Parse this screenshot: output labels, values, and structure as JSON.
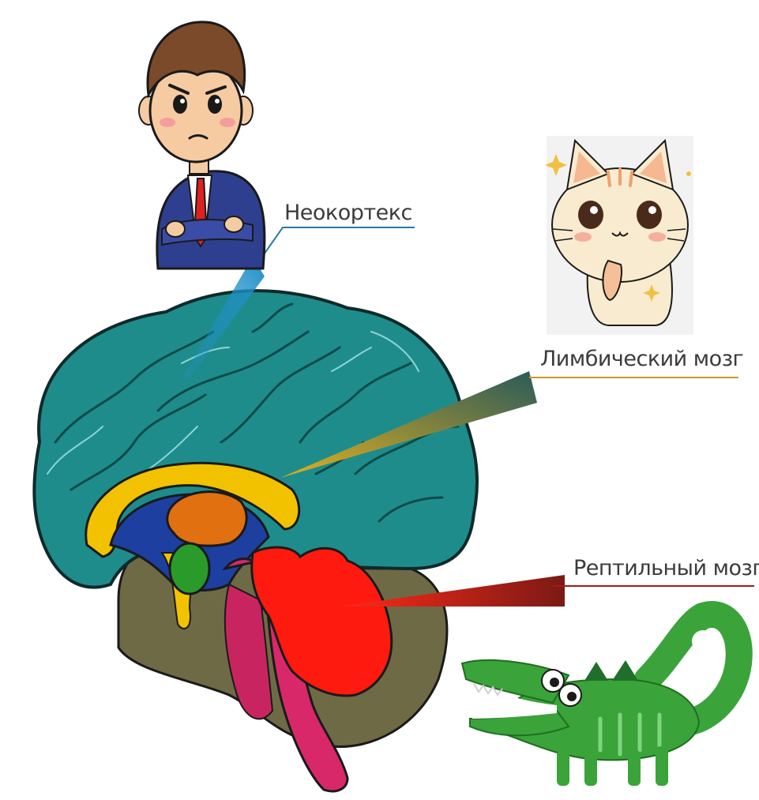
{
  "labels": {
    "neocortex": "Неокортекс",
    "limbic": "Лимбический мозг",
    "reptilian": "Рептильный мозг"
  },
  "colors": {
    "neocortex": "#1f8c8c",
    "corpus_callosum": "#f2c200",
    "ventricle": "#1d3fa0",
    "thalamus": "#e07010",
    "amygdala": "#2a9a2a",
    "cerebellum_area": "#6e6a45",
    "reptilian": "#ff1a10",
    "brainstem": "#d8286a",
    "pointer_neocortex": "#1f90c8",
    "pointer_limbic": "#e0b020",
    "pointer_reptilian": "#e02818"
  },
  "icons": {
    "human": "thinking-man-icon",
    "cat": "cute-cat-icon",
    "crocodile": "crocodile-icon"
  }
}
